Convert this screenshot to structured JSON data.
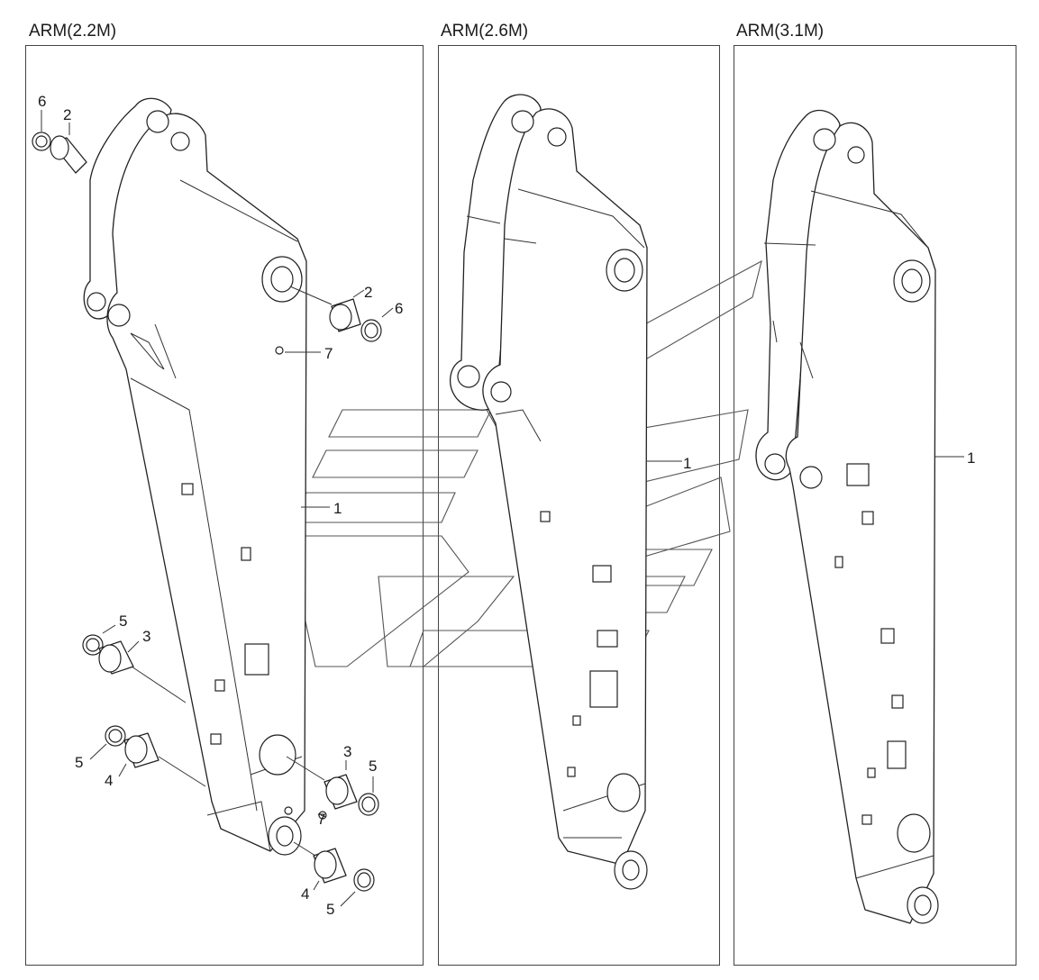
{
  "panels": [
    {
      "title": "ARM(2.2M)",
      "callouts": [
        "6",
        "2",
        "2",
        "6",
        "7",
        "1",
        "5",
        "3",
        "5",
        "4",
        "3",
        "5",
        "7",
        "4",
        "5"
      ]
    },
    {
      "title": "ARM(2.6M)",
      "callouts": [
        "1"
      ]
    },
    {
      "title": "ARM(3.1M)",
      "callouts": [
        "1"
      ]
    }
  ]
}
